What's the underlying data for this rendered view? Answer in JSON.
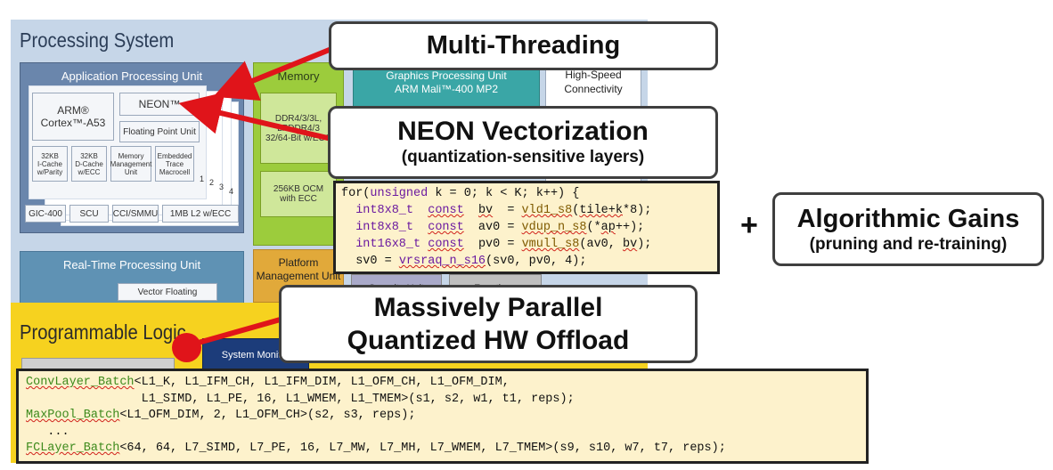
{
  "zynq": {
    "ps_title": "Processing System",
    "apu_title": "Application Processing Unit",
    "arm_label": "ARM®\nCortex™-A53",
    "neon_label": "NEON™",
    "fpu_label": "Floating Point Unit",
    "icache": "32KB\nI-Cache\nw/Parity",
    "dcache": "32KB\nD-Cache\nw/ECC",
    "mmu": "Memory\nManagement\nUnit",
    "etm": "Embedded\nTrace\nMacrocell",
    "core_nums": [
      "1",
      "2",
      "3",
      "4"
    ],
    "gic": "GIC-400",
    "scu": "SCU",
    "cci": "CCI/SMMU",
    "l2": "1MB L2 w/ECC",
    "memory_title": "Memory",
    "ddr": "DDR4/3/3L,\nLPDDR4/3\n32/64-Bit w/ECC",
    "ocm": "256KB OCM\nwith ECC",
    "gpu_title": "Graphics Processing Unit\nARM Mali™-400 MP2",
    "hsc_title": "High-Speed\nConnectivity",
    "rpu_title": "Real-Time Processing Unit",
    "vfp": "Vector Floating",
    "platform_title": "Platform\nManagement Unit",
    "security": "Security Unit",
    "functions": "Functions",
    "pl_title": "Programmable Logic",
    "sysmon": "System Monitor"
  },
  "callouts": {
    "multithreading": "Multi-Threading",
    "neon_title": "NEON Vectorization",
    "neon_sub": "(quantization-sensitive layers)",
    "alg_title": "Algorithmic Gains",
    "alg_sub": "(pruning and re-training)",
    "hw_line1": "Massively Parallel",
    "hw_line2": "Quantized HW Offload",
    "plus": "+"
  },
  "colors": {
    "arrow": "#e0141a",
    "code_bg": "#fdf2cc",
    "keyword": "#6b1aa0",
    "func": "#7f5a00",
    "template": "#3d8a1c"
  }
}
